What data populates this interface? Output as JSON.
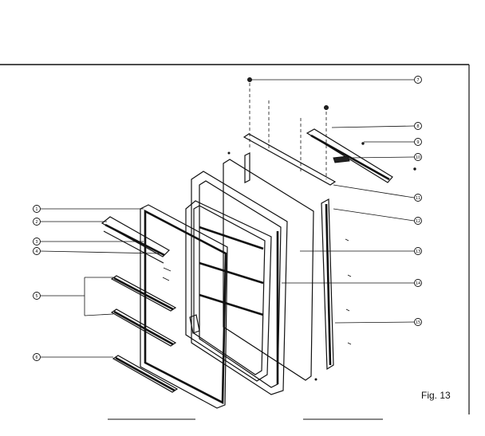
{
  "figure": {
    "label": "Fig. 13"
  },
  "callouts": [
    "1",
    "2",
    "3",
    "4",
    "5",
    "6",
    "7",
    "8",
    "9",
    "10",
    "11",
    "12",
    "13",
    "14",
    "15"
  ]
}
